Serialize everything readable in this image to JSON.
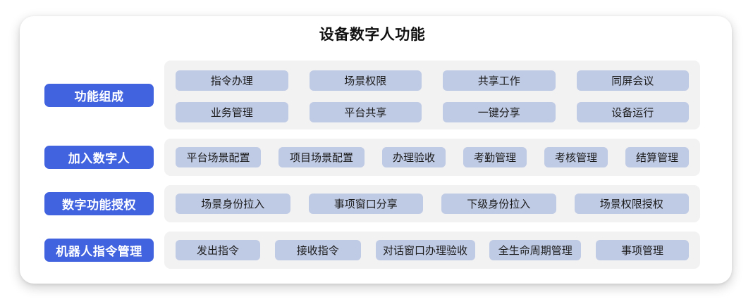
{
  "title": "设备数字人功能",
  "colors": {
    "card_bg": "#FFFFFF",
    "group_bg": "#F2F2F3",
    "label_bg": "#4263E0",
    "label_text": "#FFFFFF",
    "chip_bg": "#BFCAE4",
    "chip_text": "#1C1C1C"
  },
  "sections": [
    {
      "label": "功能组成",
      "items": [
        "指令办理",
        "场景权限",
        "共享工作",
        "同屏会议",
        "业务管理",
        "平台共享",
        "一键分享",
        "设备运行"
      ]
    },
    {
      "label": "加入数字人",
      "items": [
        "平台场景配置",
        "项目场景配置",
        "办理验收",
        "考勤管理",
        "考核管理",
        "结算管理"
      ]
    },
    {
      "label": "数字功能授权",
      "items": [
        "场景身份拉入",
        "事项窗口分享",
        "下级身份拉入",
        "场景权限授权"
      ]
    },
    {
      "label": "机器人指令管理",
      "items": [
        "发出指令",
        "接收指令",
        "对话窗口办理验收",
        "全生命周期管理",
        "事项管理"
      ]
    }
  ]
}
